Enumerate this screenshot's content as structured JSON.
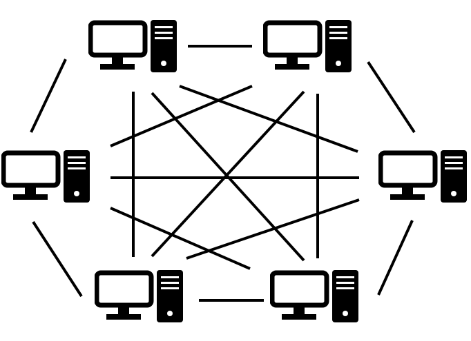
{
  "diagram": {
    "type": "mesh-network",
    "node_icon": "desktop-computer-icon",
    "stroke_color": "#000000",
    "background_color": "#ffffff",
    "nodes": [
      {
        "id": "top-left"
      },
      {
        "id": "top-right"
      },
      {
        "id": "mid-left"
      },
      {
        "id": "mid-right"
      },
      {
        "id": "bottom-left"
      },
      {
        "id": "bottom-right"
      }
    ],
    "links": [
      {
        "from": "top-left",
        "to": "top-right"
      },
      {
        "from": "top-left",
        "to": "mid-left"
      },
      {
        "from": "top-left",
        "to": "mid-right"
      },
      {
        "from": "top-left",
        "to": "bottom-left"
      },
      {
        "from": "top-left",
        "to": "bottom-right"
      },
      {
        "from": "top-right",
        "to": "mid-left"
      },
      {
        "from": "top-right",
        "to": "mid-right"
      },
      {
        "from": "top-right",
        "to": "bottom-left"
      },
      {
        "from": "top-right",
        "to": "bottom-right"
      },
      {
        "from": "mid-left",
        "to": "mid-right"
      },
      {
        "from": "mid-left",
        "to": "bottom-left"
      },
      {
        "from": "mid-left",
        "to": "bottom-right"
      },
      {
        "from": "mid-right",
        "to": "bottom-left"
      },
      {
        "from": "mid-right",
        "to": "bottom-right"
      },
      {
        "from": "bottom-left",
        "to": "bottom-right"
      }
    ]
  }
}
